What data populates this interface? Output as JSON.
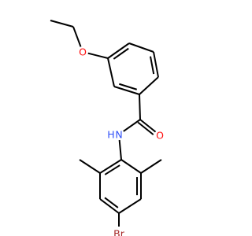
{
  "molecule": {
    "atoms": [
      {
        "id": "c-ethyl-ch3",
        "label": ""
      },
      {
        "id": "c-ethyl-ch2",
        "label": ""
      },
      {
        "id": "o-ether",
        "label": "O",
        "color": "#ff0d0d"
      },
      {
        "id": "c-ring1-a",
        "label": ""
      },
      {
        "id": "c-ring1-b",
        "label": ""
      },
      {
        "id": "c-ring1-c",
        "label": ""
      },
      {
        "id": "c-ring1-d",
        "label": ""
      },
      {
        "id": "c-ring1-e",
        "label": ""
      },
      {
        "id": "c-ring1-f",
        "label": ""
      },
      {
        "id": "c-carbonyl",
        "label": ""
      },
      {
        "id": "o-carbonyl",
        "label": "O",
        "color": "#ff0d0d"
      },
      {
        "id": "n-amide",
        "label": "N",
        "color": "#3050f8"
      },
      {
        "id": "h-amide",
        "label": "H",
        "color": "#3050f8"
      },
      {
        "id": "c-ring2-a",
        "label": ""
      },
      {
        "id": "c-ring2-b",
        "label": ""
      },
      {
        "id": "c-methyl-left",
        "label": ""
      },
      {
        "id": "c-ring2-c",
        "label": ""
      },
      {
        "id": "c-ring2-d",
        "label": ""
      },
      {
        "id": "br",
        "label": "Br",
        "color": "#a62929"
      },
      {
        "id": "c-ring2-e",
        "label": ""
      },
      {
        "id": "c-ring2-f",
        "label": ""
      },
      {
        "id": "c-methyl-right",
        "label": ""
      }
    ],
    "bonds": [
      [
        "c-ethyl-ch3",
        "c-ethyl-ch2",
        1
      ],
      [
        "c-ethyl-ch2",
        "o-ether",
        1
      ],
      [
        "o-ether",
        "c-ring1-a",
        1
      ],
      [
        "c-ring1-a",
        "c-ring1-b",
        2
      ],
      [
        "c-ring1-b",
        "c-ring1-c",
        1
      ],
      [
        "c-ring1-c",
        "c-ring1-d",
        2
      ],
      [
        "c-ring1-d",
        "c-ring1-e",
        1
      ],
      [
        "c-ring1-e",
        "c-ring1-f",
        2
      ],
      [
        "c-ring1-f",
        "c-ring1-a",
        1
      ],
      [
        "c-ring1-e",
        "c-carbonyl",
        1
      ],
      [
        "c-carbonyl",
        "o-carbonyl",
        2
      ],
      [
        "c-carbonyl",
        "n-amide",
        1
      ],
      [
        "n-amide",
        "c-ring2-a",
        1
      ],
      [
        "c-ring2-a",
        "c-ring2-b",
        2
      ],
      [
        "c-ring2-b",
        "c-methyl-left",
        1
      ],
      [
        "c-ring2-b",
        "c-ring2-c",
        1
      ],
      [
        "c-ring2-c",
        "c-ring2-d",
        2
      ],
      [
        "c-ring2-d",
        "br",
        1
      ],
      [
        "c-ring2-d",
        "c-ring2-e",
        1
      ],
      [
        "c-ring2-e",
        "c-ring2-f",
        2
      ],
      [
        "c-ring2-f",
        "c-ring2-a",
        1
      ],
      [
        "c-ring2-f",
        "c-methyl-right",
        1
      ]
    ]
  }
}
